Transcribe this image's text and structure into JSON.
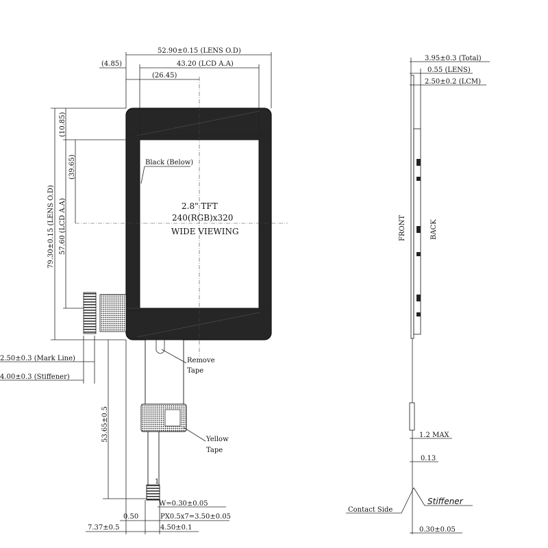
{
  "front_view": {
    "dims": {
      "lens_od_w": "52.90±0.15 (LENS O.D)",
      "left_offset": "(4.85)",
      "lcd_aa_w": "43.20 (LCD A.A)",
      "center_offset": "(26.45)",
      "top_offset": "(10.85)",
      "center_offset_v": "(39.65)",
      "lens_od_h": "79.30±0.15 (LENS O.D)",
      "lcd_aa_h": "57.60 (LCD A.A)",
      "mark_line": "2.50±0.3 (Mark Line)",
      "stiffener_w": "4.00±0.3 (Stiffener)",
      "fpc_length": "53.65±0.5",
      "pin_width": "W=0.30±0.05",
      "pitch": "PX0.5x7=3.50±0.05",
      "pin_offset": "0.50",
      "fpc_offset": "7.37±0.5",
      "fpc_width": "4.50±0.1"
    },
    "labels": {
      "black_below": "Black (Below)",
      "size": "2.8\" TFT",
      "resolution": "240(RGB)x320",
      "viewing": "WIDE VIEWING",
      "remove": "Remove",
      "tape": "Tape",
      "yellow": "Yellow",
      "yellow_tape": "Tape",
      "pin1": "1"
    }
  },
  "side_view": {
    "dims": {
      "total": "3.95±0.3 (Total)",
      "lens": "0.55 (LENS)",
      "lcm": "2.50±0.2 (LCM)",
      "max": "1.2 MAX",
      "fpc_thick": "0.13",
      "stiffener_thick": "0.30±0.05"
    },
    "labels": {
      "front": "FRONT",
      "back": "BACK",
      "contact_side": "Contact Side",
      "stiffener": "Stiffener"
    }
  }
}
